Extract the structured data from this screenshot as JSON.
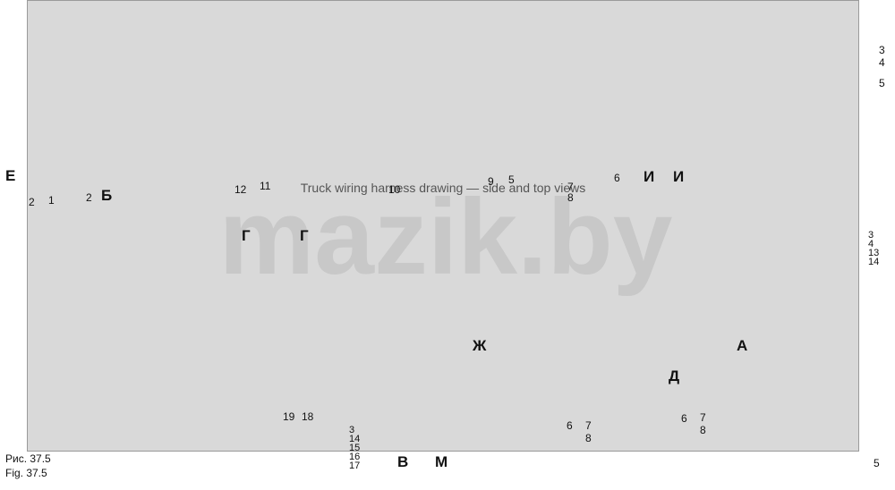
{
  "diagram": {
    "placeholder_note": "Truck wiring harness drawing — side and top views",
    "watermark": "mazik.by",
    "callouts": {
      "e": "Е",
      "b": "Б",
      "i1": "И",
      "i2": "И",
      "g1": "Г",
      "g2": "Г",
      "a": "А",
      "d": "Д",
      "zh": "Ж",
      "v": "В",
      "m": "М",
      "n1a": "1",
      "n2a": "2",
      "n2b": "2",
      "n12": "12",
      "n11": "11",
      "n10": "10",
      "n9": "9",
      "n5a": "5",
      "n6a": "6",
      "n7a": "7",
      "n8a": "8",
      "n3a": "3",
      "n4a": "4",
      "n5b": "5",
      "n19": "19",
      "n18": "18",
      "n6b": "6",
      "n7b": "7",
      "n8b": "8",
      "n6c": "6",
      "n7c": "7",
      "n8c": "8",
      "n5c": "5"
    },
    "stack_bottom": [
      "3",
      "14",
      "15",
      "16",
      "17"
    ],
    "stack_right": [
      "3",
      "4",
      "13",
      "14"
    ]
  },
  "caption": {
    "line1": "Рис. 37.5",
    "line2": "Fig. 37.5"
  }
}
